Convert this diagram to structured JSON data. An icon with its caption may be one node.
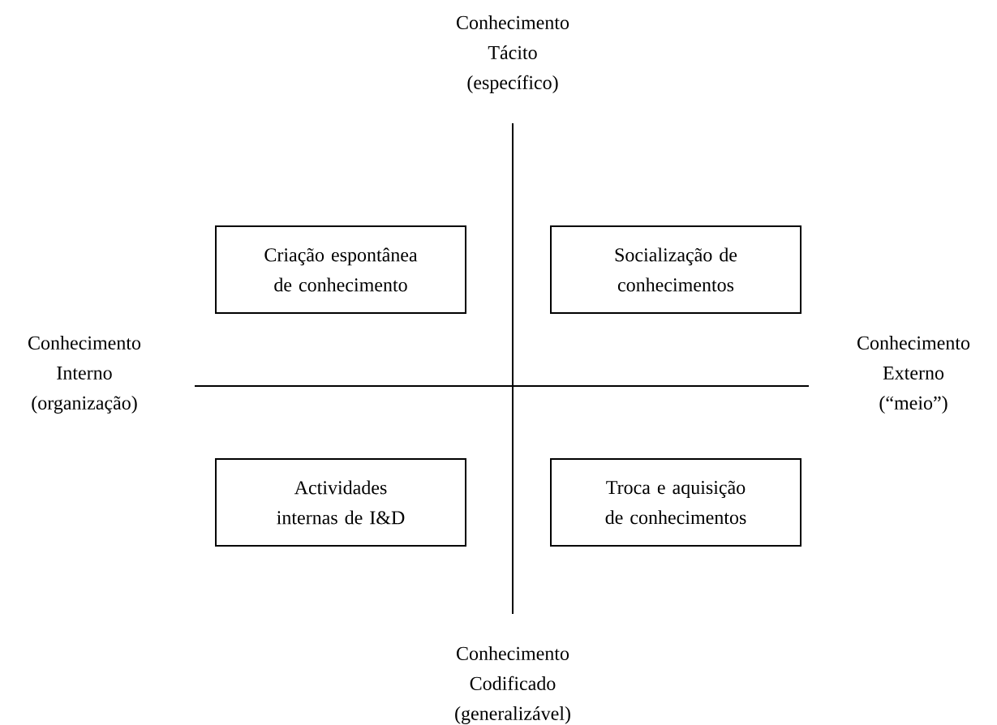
{
  "diagram": {
    "nodes": [
      {
        "text": [
          "Criação espontânea de conhecimento"
        ]
      },
      {
        "text": [
          "Socialização de conhecimentos"
        ]
      },
      {
        "text": [
          "Actividades internas de I&D"
        ]
      },
      {
        "text": [
          "Troca e aquisição de conhecimentos"
        ]
      }
    ],
    "labels": [
      "Conhecimento Tácito (específico)",
      "Conhecimento Interno (organização)",
      "Conhecimento Externo (“meio”)",
      "Conhecimento Codificado (generalizável)"
    ]
  }
}
